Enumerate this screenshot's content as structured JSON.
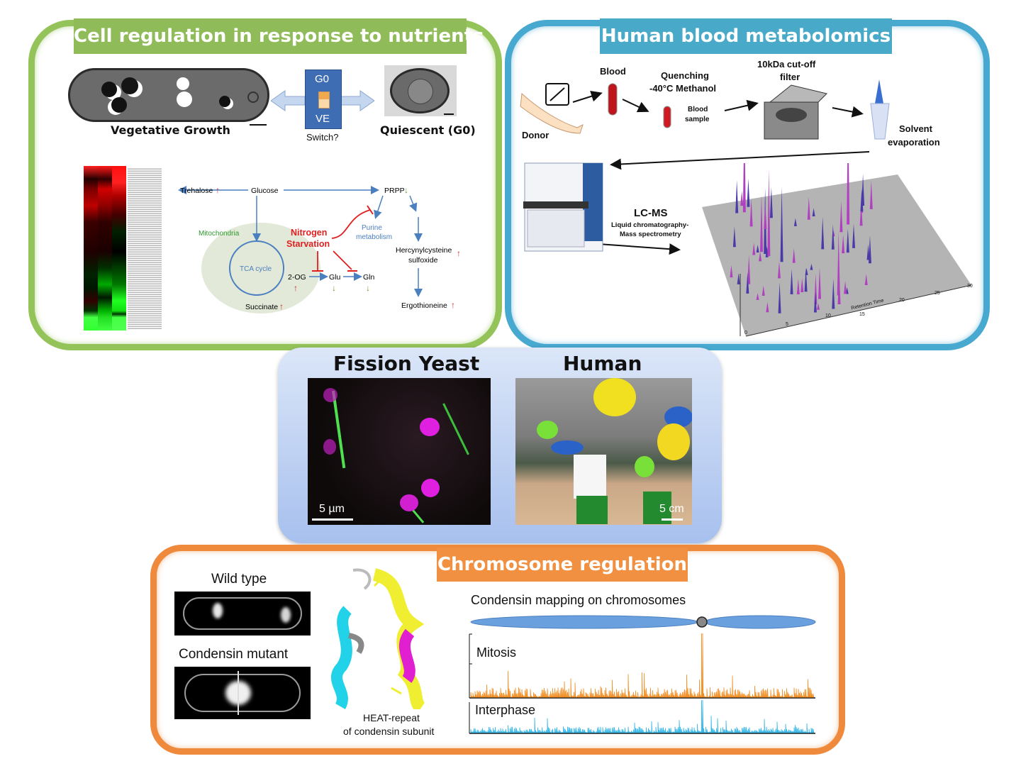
{
  "panels": {
    "nutrients": {
      "title": "Cell regulation in response to nutrients",
      "vegetative_label": "Vegetative Growth",
      "quiescent_label": "Quiescent (G0)",
      "switch": {
        "top": "G0",
        "bottom": "VE",
        "caption": "Switch?"
      },
      "pathway": {
        "trehalose": "Trehalose",
        "glucose": "Glucose",
        "prpp": "PRPP",
        "mitochondria": "Mitochondria",
        "tca": "TCA cycle",
        "two_og": "2-OG",
        "succinate": "Succinate",
        "nitrogen1": "Nitrogen",
        "nitrogen2": "Starvation",
        "purine1": "Purine",
        "purine2": "metabolism",
        "glu": "Glu",
        "gln": "Gln",
        "hercynyl1": "Hercynylcysteine",
        "hercynyl2": "sulfoxide",
        "ergothioneine": "Ergothioneine",
        "up_arrow": "↑",
        "down_arrow": "↓"
      }
    },
    "metabolomics": {
      "title": "Human blood metabolomics",
      "donor": "Donor",
      "blood": "Blood",
      "quench1": "Quenching",
      "quench2": "-40°C Methanol",
      "blood_sample1": "Blood",
      "blood_sample2": "sample",
      "filter1": "10kDa cut-off",
      "filter2": "filter",
      "solvent1": "Solvent",
      "solvent2": "evaporation",
      "lcms": "LC-MS",
      "lcms_sub1": "Liquid chromatography-",
      "lcms_sub2": "Mass spectrometry",
      "axis_label": "Retention Time",
      "axis_ticks": [
        "0",
        "5",
        "10",
        "15",
        "20",
        "25",
        "30"
      ]
    },
    "organisms": {
      "yeast_title": "Fission Yeast",
      "human_title": "Human",
      "yeast_scale": "5 µm",
      "human_scale": "5 cm"
    },
    "chromosome": {
      "title": "Chromosome regulation",
      "wild_type": "Wild type",
      "mutant": "Condensin mutant",
      "heat1": "HEAT-repeat",
      "heat2": "of condensin subunit",
      "mapping_title": "Condensin mapping on chromosomes",
      "mitosis": "Mitosis",
      "interphase": "Interphase"
    }
  },
  "colors": {
    "green_frame": "#94c35a",
    "blue_frame": "#47a9cf",
    "orange_frame": "#ef8a3c",
    "mitosis_trace": "#f08a1c",
    "interphase_trace": "#2eb4e6",
    "starvation_red": "#e02020",
    "pathway_blue": "#4a7fc0"
  }
}
